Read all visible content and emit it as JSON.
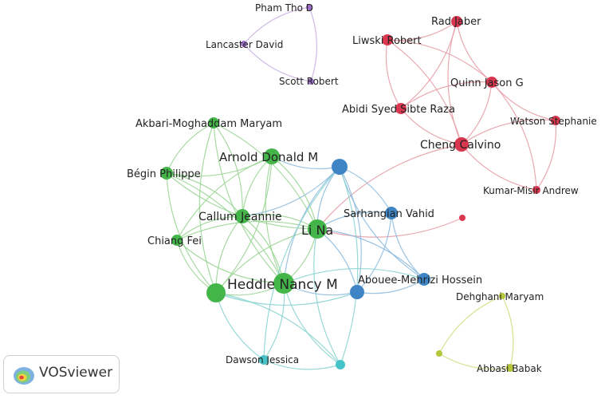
{
  "software": {
    "name": "VOSviewer"
  },
  "colors": {
    "red": "#d9374f",
    "purple": "#9c6fc8",
    "green": "#43b549",
    "blue": "#3f84c4",
    "cyan": "#46c3c8",
    "yellow": "#b3c63c",
    "edge_red": "#e59aa3",
    "edge_purple": "#c7aee0",
    "edge_green": "#96d490",
    "edge_blue": "#8ab8dd",
    "edge_cyan": "#86d2cf",
    "edge_yellow": "#cfdc7c"
  },
  "nodes": [
    {
      "id": "pham",
      "label": "Pham Tho D",
      "cluster": "purple",
      "weight": 1
    },
    {
      "id": "lancaster",
      "label": "Lancaster  David",
      "cluster": "purple",
      "weight": 1
    },
    {
      "id": "scott",
      "label": "Scott  Robert",
      "cluster": "purple",
      "weight": 1
    },
    {
      "id": "rad",
      "label": "Rad  Jaber",
      "cluster": "red",
      "weight": 2
    },
    {
      "id": "liwski",
      "label": "Liwski  Robert",
      "cluster": "red",
      "weight": 2
    },
    {
      "id": "quinn",
      "label": "Quinn  Jason G",
      "cluster": "red",
      "weight": 2
    },
    {
      "id": "abidi",
      "label": "Abidi  Syed Sibte Raza",
      "cluster": "red",
      "weight": 2
    },
    {
      "id": "watson",
      "label": "Watson  Stephanie",
      "cluster": "red",
      "weight": 1
    },
    {
      "id": "cheng",
      "label": "Cheng  Calvino",
      "cluster": "red",
      "weight": 3
    },
    {
      "id": "kumar",
      "label": "Kumar-Misir  Andrew",
      "cluster": "red",
      "weight": 1
    },
    {
      "id": "reddot",
      "label": "",
      "cluster": "red",
      "weight": 1
    },
    {
      "id": "akbari",
      "label": "Akbari-Moghaddam  Maryam",
      "cluster": "green",
      "weight": 2
    },
    {
      "id": "arnold",
      "label": "Arnold  Donald M",
      "cluster": "green",
      "weight": 3
    },
    {
      "id": "begin",
      "label": "Bégin  Philippe",
      "cluster": "green",
      "weight": 2
    },
    {
      "id": "callum",
      "label": "Callum  Jeannie",
      "cluster": "green",
      "weight": 3
    },
    {
      "id": "li",
      "label": "Li  Na",
      "cluster": "green",
      "weight": 4
    },
    {
      "id": "chiang",
      "label": "Chiang  Fei",
      "cluster": "green",
      "weight": 2
    },
    {
      "id": "heddle",
      "label": "Heddle  Nancy M",
      "cluster": "green",
      "weight": 5
    },
    {
      "id": "greenbig",
      "label": "",
      "cluster": "green",
      "weight": 5
    },
    {
      "id": "bluetop",
      "label": "",
      "cluster": "blue",
      "weight": 3
    },
    {
      "id": "sarhangian",
      "label": "Sarhangian  Vahid",
      "cluster": "blue",
      "weight": 2
    },
    {
      "id": "abouee",
      "label": "Abouee-Mehrizi  Hossein",
      "cluster": "blue",
      "weight": 2
    },
    {
      "id": "bluemid",
      "label": "",
      "cluster": "blue",
      "weight": 3
    },
    {
      "id": "dawson",
      "label": "Dawson  Jessica",
      "cluster": "cyan",
      "weight": 1
    },
    {
      "id": "cyandot",
      "label": "",
      "cluster": "cyan",
      "weight": 1
    },
    {
      "id": "dehghani",
      "label": "Dehghani  Maryam",
      "cluster": "yellow",
      "weight": 1
    },
    {
      "id": "abbasi",
      "label": "Abbasi  Babak",
      "cluster": "yellow",
      "weight": 1
    },
    {
      "id": "yellowdot",
      "label": "",
      "cluster": "yellow",
      "weight": 1
    }
  ],
  "edges": [
    [
      "pham",
      "lancaster",
      "purple"
    ],
    [
      "pham",
      "scott",
      "purple"
    ],
    [
      "lancaster",
      "scott",
      "purple"
    ],
    [
      "rad",
      "liwski",
      "red"
    ],
    [
      "rad",
      "quinn",
      "red"
    ],
    [
      "rad",
      "abidi",
      "red"
    ],
    [
      "rad",
      "cheng",
      "red"
    ],
    [
      "liwski",
      "quinn",
      "red"
    ],
    [
      "liwski",
      "abidi",
      "red"
    ],
    [
      "liwski",
      "cheng",
      "red"
    ],
    [
      "quinn",
      "abidi",
      "red"
    ],
    [
      "quinn",
      "cheng",
      "red"
    ],
    [
      "quinn",
      "watson",
      "red"
    ],
    [
      "quinn",
      "kumar",
      "red"
    ],
    [
      "abidi",
      "cheng",
      "red"
    ],
    [
      "cheng",
      "watson",
      "red"
    ],
    [
      "cheng",
      "kumar",
      "red"
    ],
    [
      "watson",
      "kumar",
      "red"
    ],
    [
      "cheng",
      "li",
      "red"
    ],
    [
      "reddot",
      "li",
      "red"
    ],
    [
      "akbari",
      "begin",
      "green"
    ],
    [
      "akbari",
      "callum",
      "green"
    ],
    [
      "akbari",
      "heddle",
      "green"
    ],
    [
      "akbari",
      "li",
      "green"
    ],
    [
      "akbari",
      "greenbig",
      "green"
    ],
    [
      "arnold",
      "begin",
      "green"
    ],
    [
      "arnold",
      "callum",
      "green"
    ],
    [
      "arnold",
      "li",
      "green"
    ],
    [
      "arnold",
      "heddle",
      "green"
    ],
    [
      "arnold",
      "greenbig",
      "green"
    ],
    [
      "arnold",
      "chiang",
      "green"
    ],
    [
      "begin",
      "callum",
      "green"
    ],
    [
      "begin",
      "li",
      "green"
    ],
    [
      "begin",
      "heddle",
      "green"
    ],
    [
      "begin",
      "greenbig",
      "green"
    ],
    [
      "callum",
      "li",
      "green"
    ],
    [
      "callum",
      "chiang",
      "green"
    ],
    [
      "callum",
      "heddle",
      "green"
    ],
    [
      "callum",
      "greenbig",
      "green"
    ],
    [
      "chiang",
      "li",
      "green"
    ],
    [
      "chiang",
      "greenbig",
      "green"
    ],
    [
      "li",
      "heddle",
      "green"
    ],
    [
      "li",
      "greenbig",
      "green"
    ],
    [
      "heddle",
      "greenbig",
      "green"
    ],
    [
      "chiang",
      "heddle",
      "green"
    ],
    [
      "bluetop",
      "arnold",
      "blue"
    ],
    [
      "bluetop",
      "li",
      "blue"
    ],
    [
      "bluetop",
      "callum",
      "blue"
    ],
    [
      "bluetop",
      "heddle",
      "blue"
    ],
    [
      "bluetop",
      "sarhangian",
      "blue"
    ],
    [
      "bluetop",
      "abouee",
      "blue"
    ],
    [
      "bluetop",
      "bluemid",
      "blue"
    ],
    [
      "sarhangian",
      "abouee",
      "blue"
    ],
    [
      "sarhangian",
      "bluemid",
      "blue"
    ],
    [
      "sarhangian",
      "li",
      "blue"
    ],
    [
      "abouee",
      "bluemid",
      "blue"
    ],
    [
      "bluemid",
      "li",
      "blue"
    ],
    [
      "bluemid",
      "heddle",
      "blue"
    ],
    [
      "abouee",
      "li",
      "blue"
    ],
    [
      "dawson",
      "greenbig",
      "cyan"
    ],
    [
      "dawson",
      "heddle",
      "cyan"
    ],
    [
      "dawson",
      "bluetop",
      "cyan"
    ],
    [
      "dawson",
      "cyandot",
      "cyan"
    ],
    [
      "cyandot",
      "heddle",
      "cyan"
    ],
    [
      "cyandot",
      "greenbig",
      "cyan"
    ],
    [
      "cyandot",
      "li",
      "cyan"
    ],
    [
      "cyandot",
      "bluetop",
      "cyan"
    ],
    [
      "heddle",
      "abouee",
      "cyan"
    ],
    [
      "greenbig",
      "bluemid",
      "cyan"
    ],
    [
      "dehghani",
      "abbasi",
      "yellow"
    ],
    [
      "dehghani",
      "yellowdot",
      "yellow"
    ],
    [
      "abbasi",
      "yellowdot",
      "yellow"
    ]
  ]
}
